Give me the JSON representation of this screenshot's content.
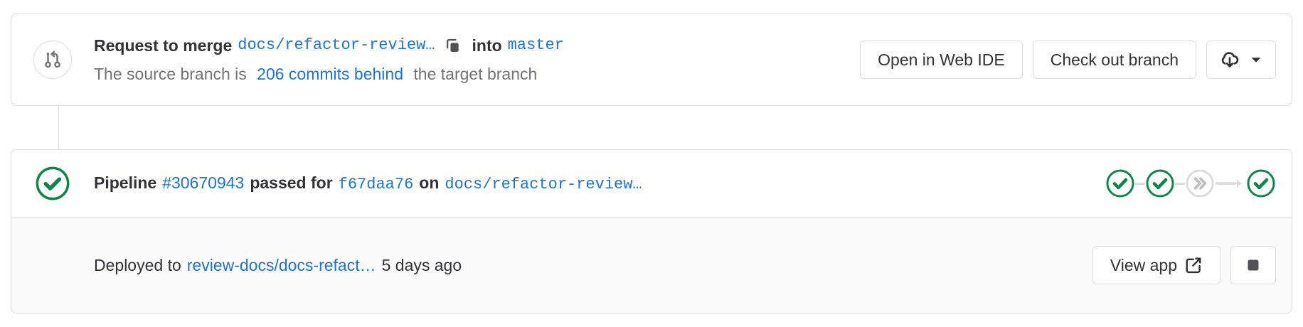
{
  "merge_request": {
    "icon": "merge-request-icon",
    "title_prefix": "Request to merge",
    "source_branch": "docs/refactor-review…",
    "copy_icon": "copy-icon",
    "into_label": "into",
    "target_branch": "master",
    "subtitle_prefix": "The source branch is",
    "behind_link": "206 commits behind",
    "subtitle_suffix": "the target branch",
    "actions": {
      "web_ide_label": "Open in Web IDE",
      "checkout_label": "Check out branch",
      "download_icon": "cloud-download-icon",
      "dropdown_icon": "chevron-down-icon"
    }
  },
  "pipeline": {
    "status_icon": "status-success-icon",
    "label": "Pipeline",
    "id": "#30670943",
    "state": "passed for",
    "commit_sha": "f67daa76",
    "on_label": "on",
    "branch": "docs/refactor-review…",
    "stages": [
      {
        "name": "stage-build",
        "status": "success",
        "icon": "check-circle-icon"
      },
      {
        "name": "stage-test",
        "status": "success",
        "icon": "check-circle-icon"
      },
      {
        "name": "stage-skipped",
        "status": "skipped",
        "icon": "skipped-icon"
      },
      {
        "name": "stage-deploy",
        "status": "success",
        "icon": "check-circle-icon"
      }
    ]
  },
  "deployment": {
    "prefix": "Deployed to",
    "environment": "review-docs/docs-refact…",
    "timestamp": "5 days ago",
    "view_app_label": "View app",
    "external_link_icon": "external-link-icon",
    "stop_icon": "stop-icon"
  },
  "colors": {
    "link": "#1f75cb",
    "success": "#108548",
    "neutral_text": "#333238",
    "muted_text": "#737278",
    "border": "#dcdcde",
    "footer_bg": "#fafafa"
  }
}
